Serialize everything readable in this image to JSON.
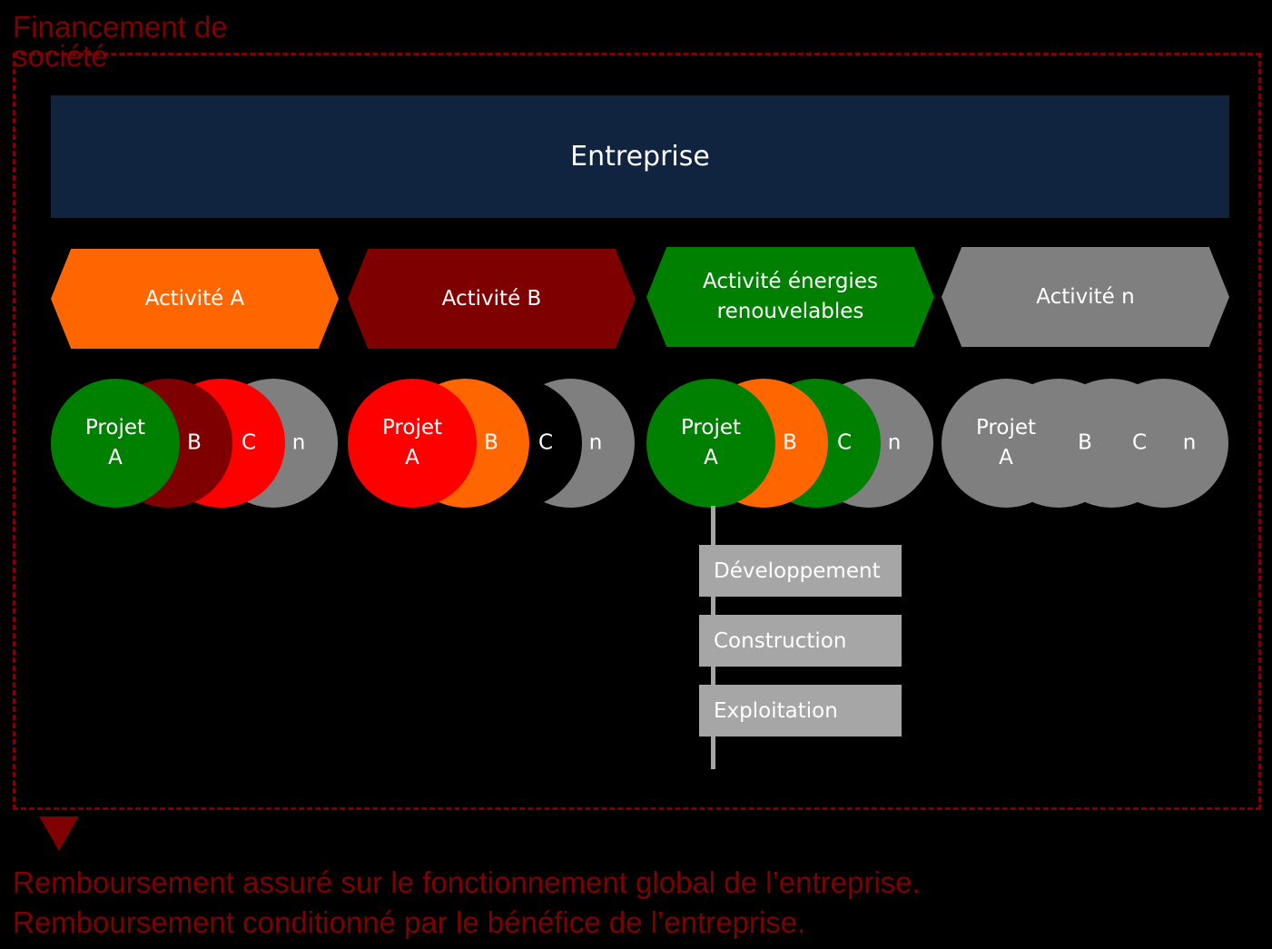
{
  "frame_title": "Financement de société",
  "enterprise": "Entreprise",
  "activities": [
    {
      "label": "Activité A",
      "color": "#ff6600"
    },
    {
      "label": "Activité B",
      "color": "#7f0000"
    },
    {
      "label": "Activité énergies renouvelables",
      "color": "#008000"
    },
    {
      "label": "Activité n",
      "color": "#7f7f7f"
    }
  ],
  "project_groups": [
    {
      "projects": [
        "Projet A",
        "B",
        "C",
        "n"
      ],
      "colors": [
        "#008000",
        "#7f0000",
        "#ff0000",
        "#7f7f7f"
      ]
    },
    {
      "projects": [
        "Projet A",
        "B",
        "C",
        "n"
      ],
      "colors": [
        "#ff0000",
        "#ff6600",
        "#000000",
        "#7f7f7f"
      ]
    },
    {
      "projects": [
        "Projet A",
        "B",
        "C",
        "n"
      ],
      "colors": [
        "#008000",
        "#ff6600",
        "#008000",
        "#7f7f7f"
      ]
    },
    {
      "projects": [
        "Projet A",
        "B",
        "C",
        "n"
      ],
      "colors": [
        "#7f7f7f",
        "#7f7f7f",
        "#7f7f7f",
        "#7f7f7f"
      ]
    }
  ],
  "phases": [
    "Développement",
    "Construction",
    "Exploitation"
  ],
  "footer": [
    "Remboursement assuré sur le fonctionnement global de l’entreprise.",
    "Remboursement conditionné par le bénéfice de l’entreprise."
  ]
}
